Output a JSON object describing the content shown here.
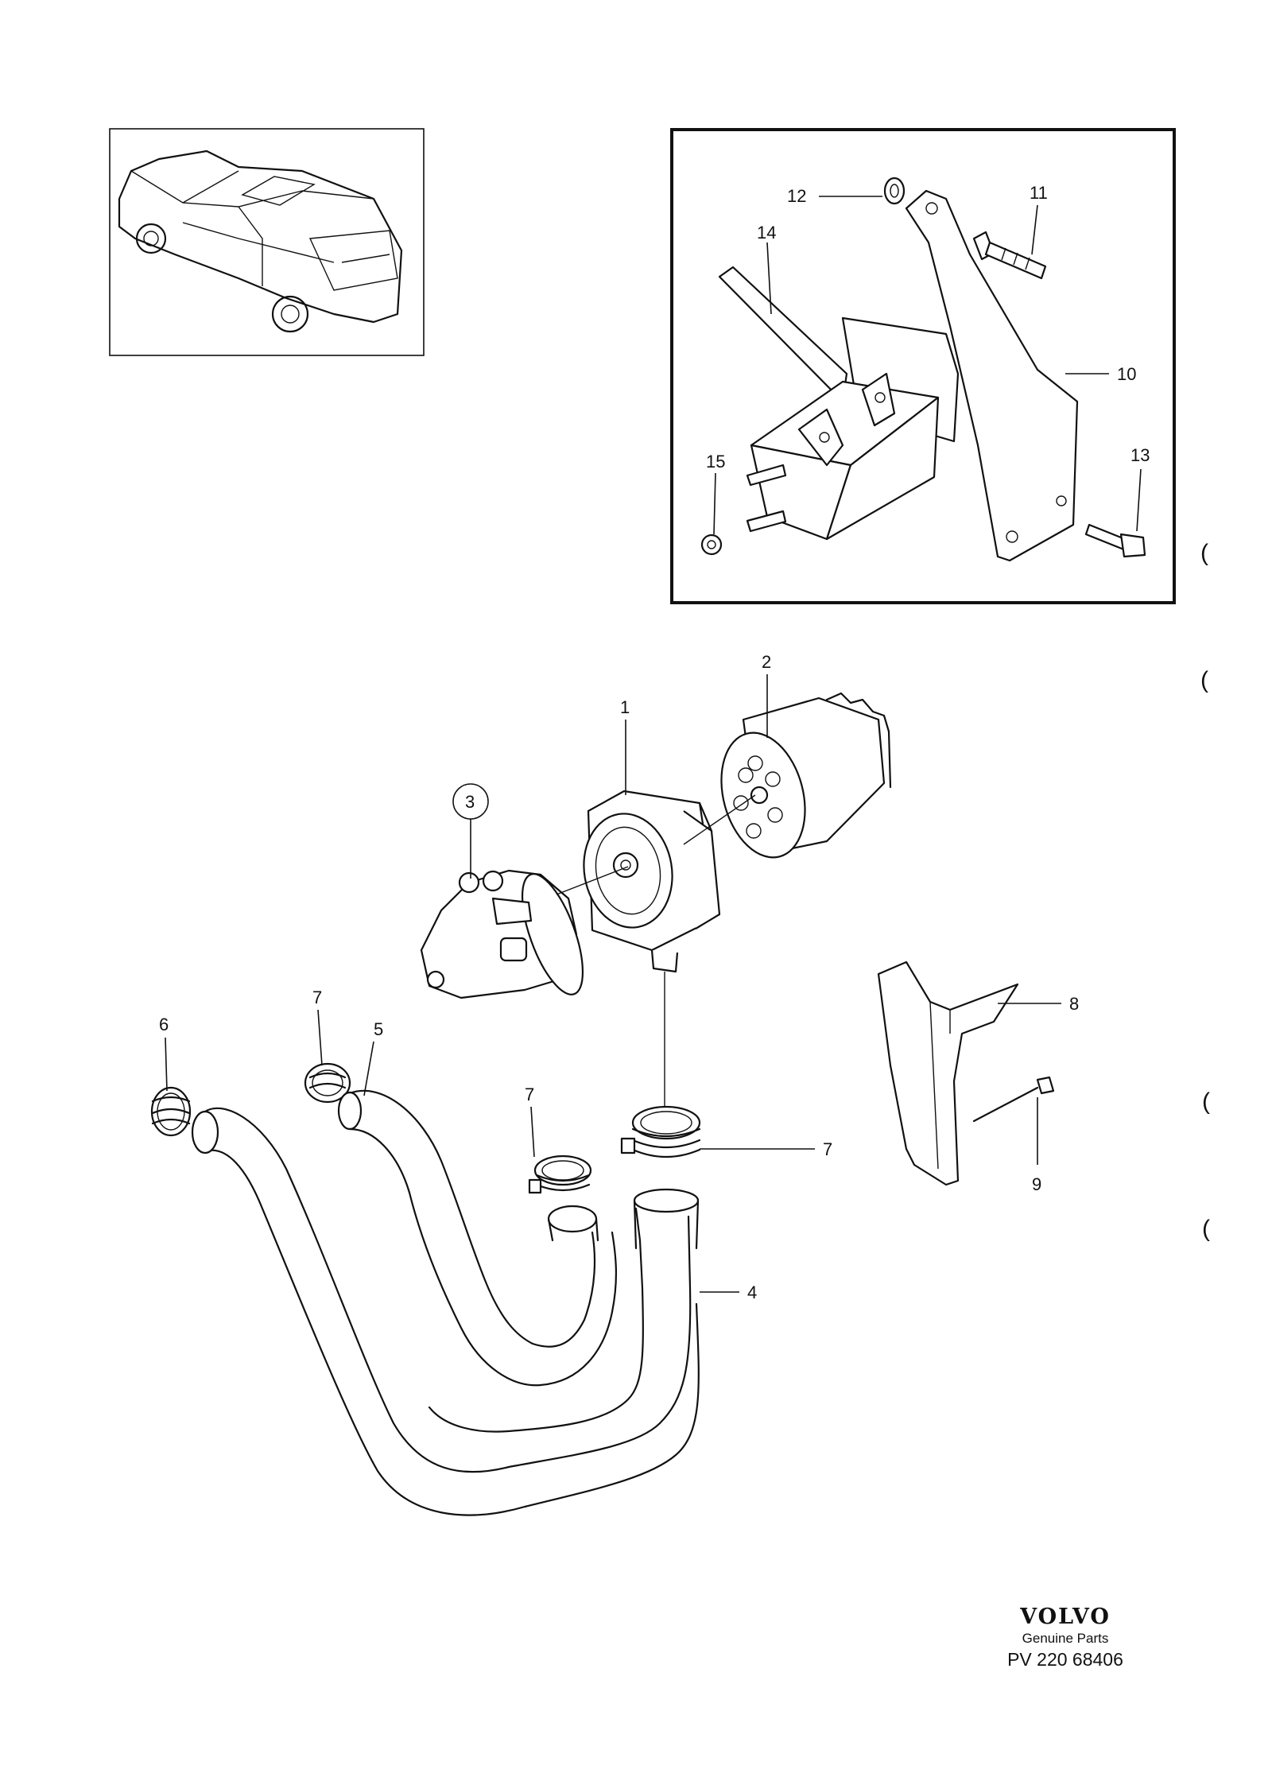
{
  "callouts": {
    "c1": "1",
    "c2": "2",
    "c3": "3",
    "c4": "4",
    "c5": "5",
    "c6": "6",
    "c7a": "7",
    "c7b": "7",
    "c7c": "7",
    "c8": "8",
    "c9": "9",
    "c10": "10",
    "c11": "11",
    "c12": "12",
    "c13": "13",
    "c14": "14",
    "c15": "15"
  },
  "brand": {
    "logo": "VOLVO",
    "subtitle": "Genuine Parts",
    "code": "PV 220 68406"
  }
}
